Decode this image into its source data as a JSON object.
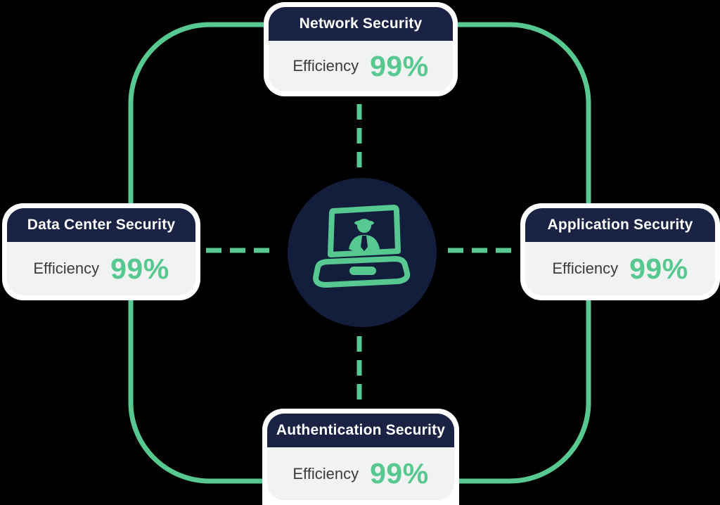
{
  "colors": {
    "accent_green": "#57c88f",
    "header_navy": "#1a2344",
    "circle_navy": "#131e3c",
    "card_body_bg": "#f1f2f2",
    "card_border": "#ffffff",
    "label_text": "#3b3b3b",
    "background": "#000000"
  },
  "cards": {
    "top": {
      "title": "Network Security",
      "metric_label": "Efficiency",
      "metric_value": "99%"
    },
    "left": {
      "title": "Data Center Security",
      "metric_label": "Efficiency",
      "metric_value": "99%"
    },
    "right": {
      "title": "Application Security",
      "metric_label": "Efficiency",
      "metric_value": "99%"
    },
    "bottom": {
      "title": "Authentication Security",
      "metric_label": "Efficiency",
      "metric_value": "99%"
    }
  },
  "center": {
    "icon": "laptop-user-icon"
  }
}
